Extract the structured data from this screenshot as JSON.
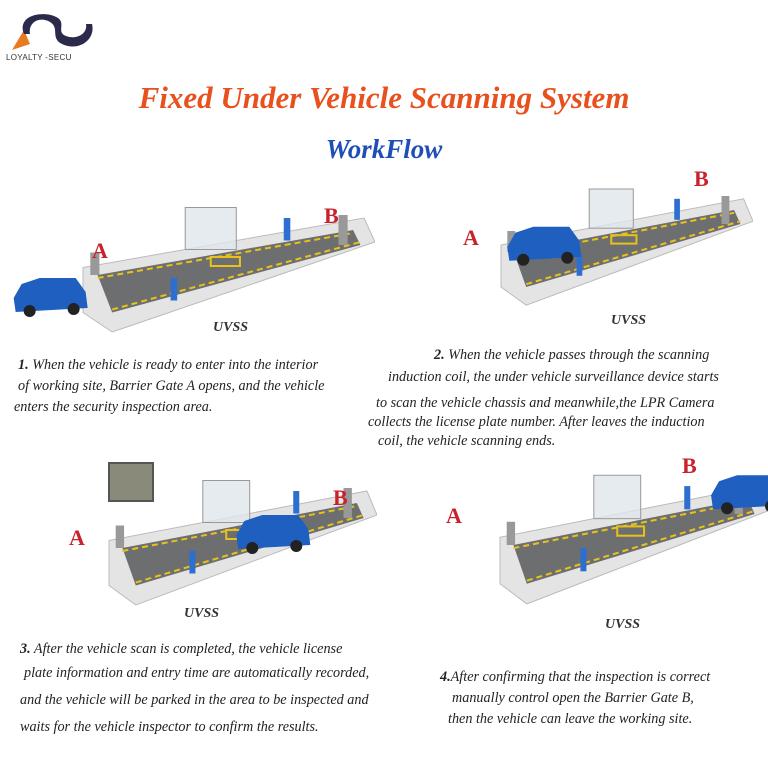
{
  "logo": {
    "text": "LOYALTY -SECU"
  },
  "title": "Fixed Under Vehicle Scanning System",
  "subtitle": "WorkFlow",
  "colors": {
    "title": "#e8501e",
    "subtitle": "#1f4fb5",
    "gate_label": "#c8232c",
    "car": "#1f5fbf",
    "road": "#6d6e70"
  },
  "scenes": [
    {
      "gate_a": "A",
      "gate_b": "B",
      "caption": "UVSS"
    },
    {
      "gate_a": "A",
      "gate_b": "B",
      "caption": "UVSS"
    },
    {
      "gate_a": "A",
      "gate_b": "B",
      "caption": "UVSS"
    },
    {
      "gate_a": "A",
      "gate_b": "B",
      "caption": "UVSS"
    }
  ],
  "steps": [
    {
      "num": "1.",
      "lines": [
        " When the vehicle is ready to enter into the interior",
        "of working site, Barrier Gate A opens, and the vehicle",
        "enters the security inspection area."
      ]
    },
    {
      "num": "2.",
      "lines": [
        " When the vehicle passes through the scanning",
        "induction coil, the under vehicle surveillance device starts",
        "to scan the vehicle chassis and meanwhile,the LPR Camera",
        "collects the license plate number. After leaves  the induction",
        "coil, the vehicle scanning ends."
      ]
    },
    {
      "num": "3.",
      "lines": [
        " After the vehicle scan is completed, the vehicle license",
        "plate information and entry time are automatically recorded,",
        "and the vehicle will be  parked in the area to be inspected and",
        "waits for the vehicle inspector to confirm the results."
      ]
    },
    {
      "num": "4.",
      "lines": [
        "After confirming that the inspection is correct",
        "manually control open the Barrier Gate B,",
        "then the vehicle can leave the working site."
      ]
    }
  ]
}
